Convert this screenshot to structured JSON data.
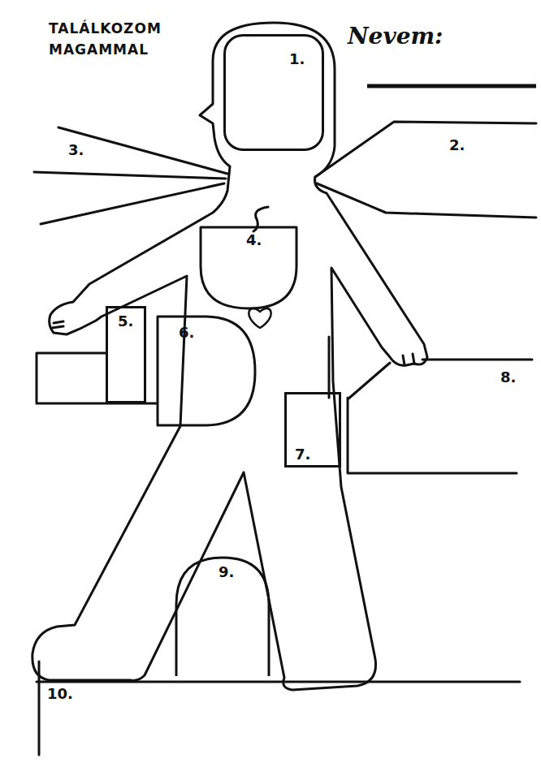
{
  "diagram": {
    "title": "TALÁLKOZOM MAGAMMAL",
    "nodes": [
      {
        "text": [
          "1."
        ]
      },
      {
        "text": [
          "4."
        ]
      },
      {
        "text": [
          "5."
        ]
      },
      {
        "text": [
          "6."
        ]
      },
      {
        "text": [
          "7."
        ]
      },
      {
        "text": [
          "9."
        ]
      }
    ],
    "labels": [
      "Nevem:",
      "2.",
      "3.",
      "8.",
      "10."
    ]
  }
}
